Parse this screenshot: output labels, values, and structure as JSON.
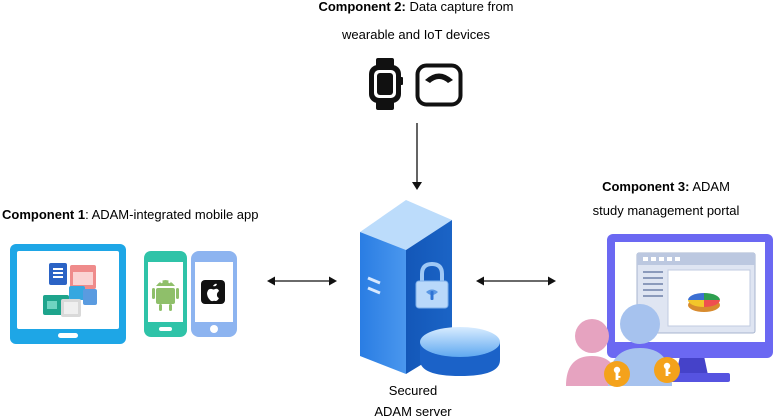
{
  "component2": {
    "label_bold": "Component 2:",
    "label_rest": " Data capture from",
    "line2": "wearable and IoT devices",
    "devices": [
      "smartwatch-icon",
      "smart-scale-icon"
    ]
  },
  "component1": {
    "label_bold": "Component 1",
    "label_rest": ": ADAM-integrated mobile app",
    "devices": [
      "tablet-icon",
      "android-phone-icon",
      "iphone-icon"
    ]
  },
  "component3": {
    "label_bold": "Component 3:",
    "label_rest": " ADAM",
    "line2": "study management portal",
    "devices": [
      "monitor-icon",
      "users-icon"
    ]
  },
  "server": {
    "line1": "Secured",
    "line2": "ADAM server",
    "icons": [
      "server-tower-icon",
      "lock-icon",
      "database-disk-icon"
    ]
  },
  "colors": {
    "tablet_blue": "#1ea6e6",
    "phone_green": "#2fc3a8",
    "phone_blue": "#8db4f0",
    "server_blue": "#2e7fe0",
    "monitor_purple": "#6b68f2",
    "user_pink": "#e6a3c0",
    "user_blue": "#a6c2ee",
    "key_orange": "#f4a21b"
  }
}
